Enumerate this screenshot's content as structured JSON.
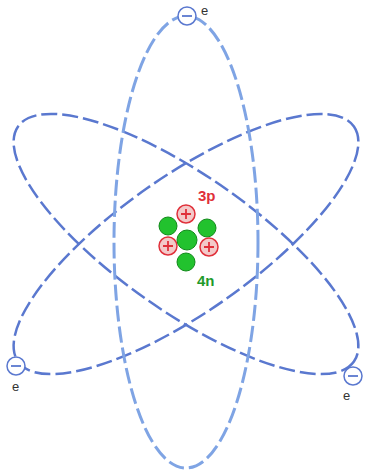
{
  "diagram": {
    "labels": [
      "e",
      "3p",
      "4n",
      "e",
      "e"
    ]
  }
}
